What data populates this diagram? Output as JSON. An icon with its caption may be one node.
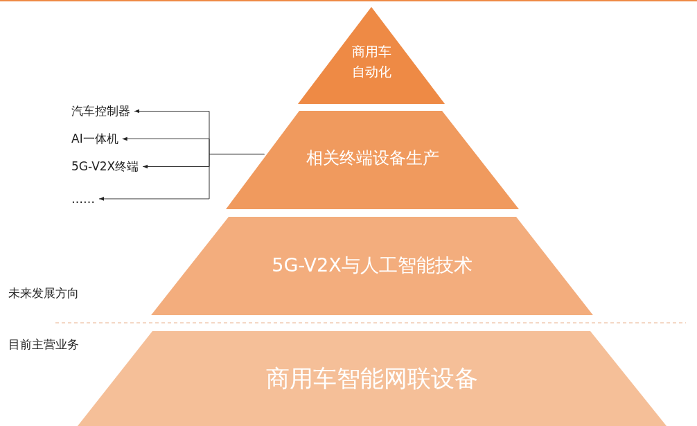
{
  "diagram": {
    "nodes": [
      {
        "text": [
          "商用车自动化"
        ]
      },
      {
        "text": [
          "相关终端设备生产"
        ]
      },
      {
        "text": [
          "5G-V2X与人工智能技术"
        ]
      },
      {
        "text": [
          "商用车智能网联设备"
        ]
      },
      {
        "text": [
          "汽车控制器"
        ]
      },
      {
        "text": [
          "AI一体机"
        ]
      },
      {
        "text": [
          "5G-V2X终端"
        ]
      },
      {
        "text": [
          "……"
        ]
      }
    ],
    "edges": [
      {
        "from": 1,
        "to": 4,
        "arrow": "to"
      },
      {
        "from": 1,
        "to": 5,
        "arrow": "to"
      },
      {
        "from": 1,
        "to": 6,
        "arrow": "to"
      },
      {
        "from": 1,
        "to": 7,
        "arrow": "to"
      }
    ],
    "labels": [
      "未来发展方向",
      "目前主营业务"
    ]
  }
}
